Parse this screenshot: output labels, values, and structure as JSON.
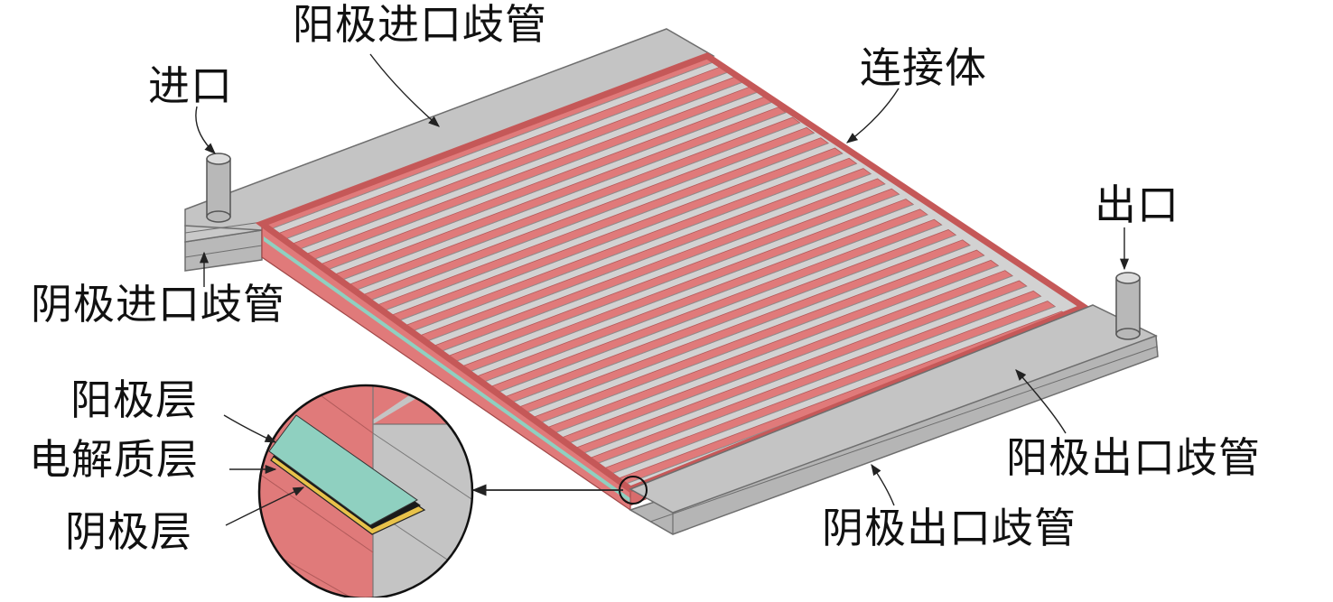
{
  "labels": {
    "anode_inlet_manifold": "阳极进口歧管",
    "inlet": "进口",
    "interconnect": "连接体",
    "outlet": "出口",
    "cathode_inlet_manifold": "阴极进口歧管",
    "anode_layer": "阳极层",
    "electrolyte_layer": "电解质层",
    "cathode_layer": "阴极层",
    "anode_outlet_manifold": "阳极出口歧管",
    "cathode_outlet_manifold": "阴极出口歧管"
  },
  "colors": {
    "manifold_gray": "#c4c4c4",
    "manifold_edge": "#6e6e6e",
    "interconnect_red": "#e07a7a",
    "electrolyte_teal": "#8fd0c0",
    "cathode_yellow": "#e8c24a"
  }
}
